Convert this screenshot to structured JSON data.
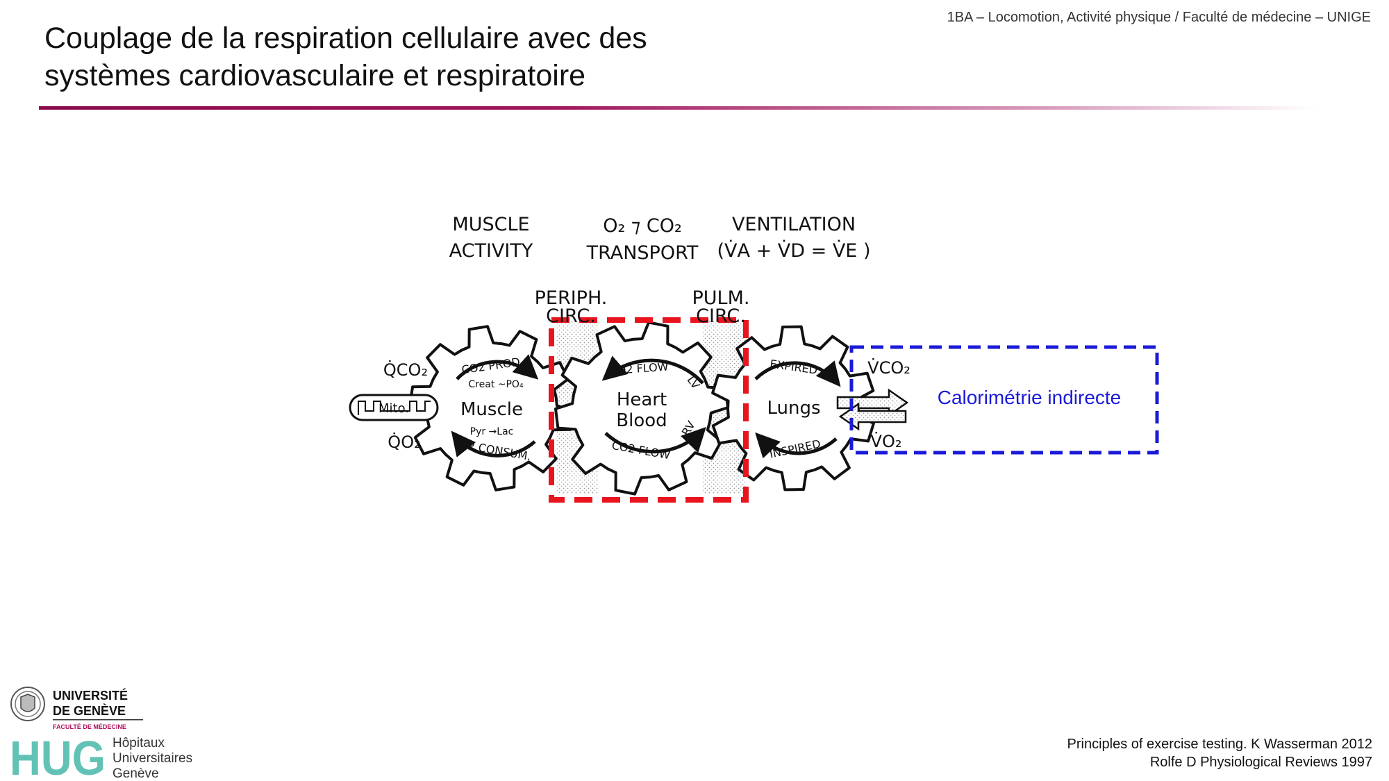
{
  "header": {
    "course": "1BA – Locomotion, Activité physique / Faculté de médecine – UNIGE"
  },
  "title": {
    "line1": "Couplage de la respiration cellulaire avec des",
    "line2": "systèmes cardiovasculaire et respiratoire"
  },
  "diagram": {
    "top_labels": {
      "muscle_line1": "MUSCLE",
      "muscle_line2": "ACTIVITY",
      "transport_line1": "O₂ ⁊ CO₂",
      "transport_line2": "TRANSPORT",
      "ventilation_line1": "VENTILATION",
      "ventilation_line2": "(V̇A + V̇D = V̇E )"
    },
    "circ_labels": {
      "periph_line1": "PERIPH.",
      "periph_line2": "CIRC.",
      "pulm_line1": "PULM.",
      "pulm_line2": "CIRC."
    },
    "left_flows": {
      "qco2": "Q̇CO₂",
      "qo2": "Q̇O₂",
      "mito": "Mito."
    },
    "muscle_gear": {
      "center": "Muscle",
      "top_arc": "CO2 PROD.",
      "inner_top": "Creat ~PO₄",
      "inner_bottom": "Pyr →Lac",
      "bottom_arc": "O2 CONSUM."
    },
    "heart_gear": {
      "center_line1": "Heart",
      "center_line2": "Blood",
      "top_arc": "O2 FLOW",
      "bottom_arc": "CO2 FLOW",
      "lv": "LV",
      "rv": "RV"
    },
    "lungs_gear": {
      "center": "Lungs",
      "top_arc": "EXPIRED",
      "bottom_arc": "INSPIRED"
    },
    "right_flows": {
      "vco2": "V̇CO₂",
      "vo2": "V̇O₂"
    },
    "highlight_label": "Calorimétrie indirecte",
    "colors": {
      "red_box": "#e8141e",
      "blue_box": "#1a1ad8",
      "ink": "#111111"
    }
  },
  "references": {
    "ref1": "Principles of exercise testing. K Wasserman 2012",
    "ref2": "Rolfe D Physiological Reviews 1997"
  },
  "logos": {
    "unige_line1": "UNIVERSITÉ",
    "unige_line2": "DE GENÈVE",
    "unige_faculty": "FACULTÉ DE MÉDECINE",
    "hug_mark": "HUG",
    "hug_line1": "Hôpitaux",
    "hug_line2": "Universitaires",
    "hug_line3": "Genève"
  }
}
